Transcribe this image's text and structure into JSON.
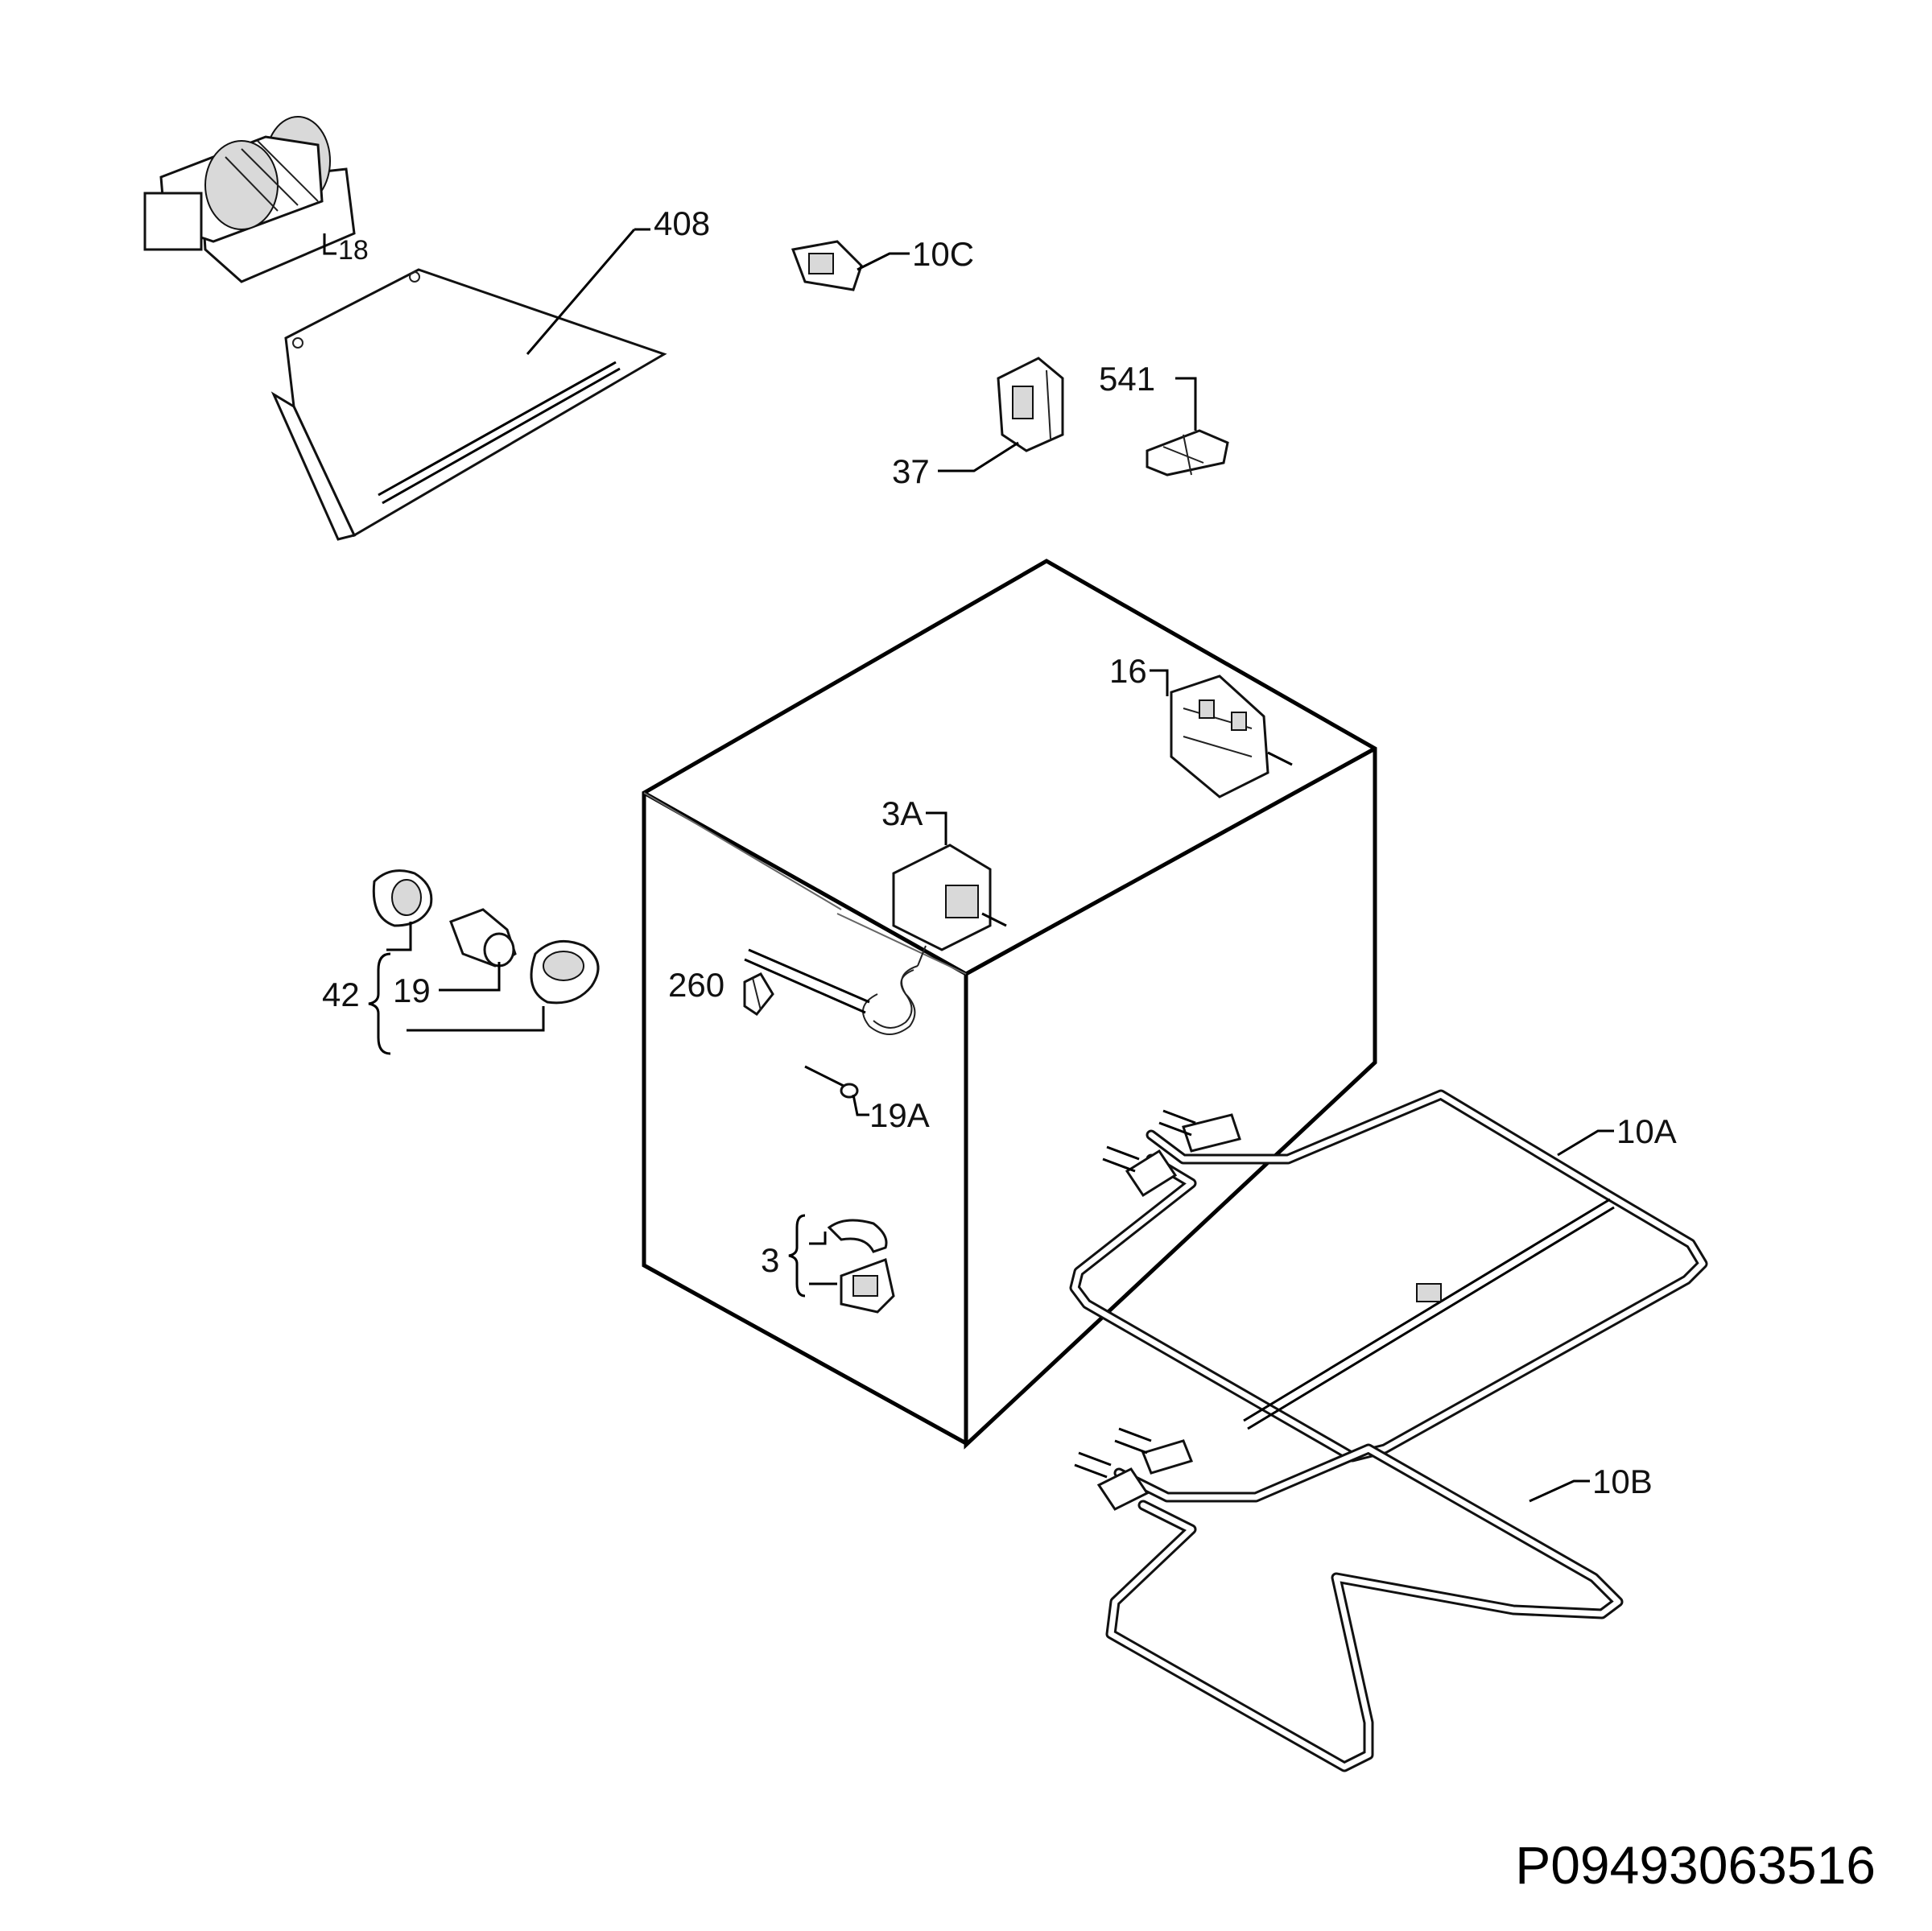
{
  "labels": {
    "p18": "18",
    "p408": "408",
    "p10c": "10C",
    "p541": "541",
    "p37": "37",
    "p16": "16",
    "p3a": "3A",
    "p42": "42",
    "p19": "19",
    "p260": "260",
    "p19a": "19A",
    "p10a": "10A",
    "p3": "3",
    "p10b": "10B"
  },
  "drawing_code": "P09493063516"
}
